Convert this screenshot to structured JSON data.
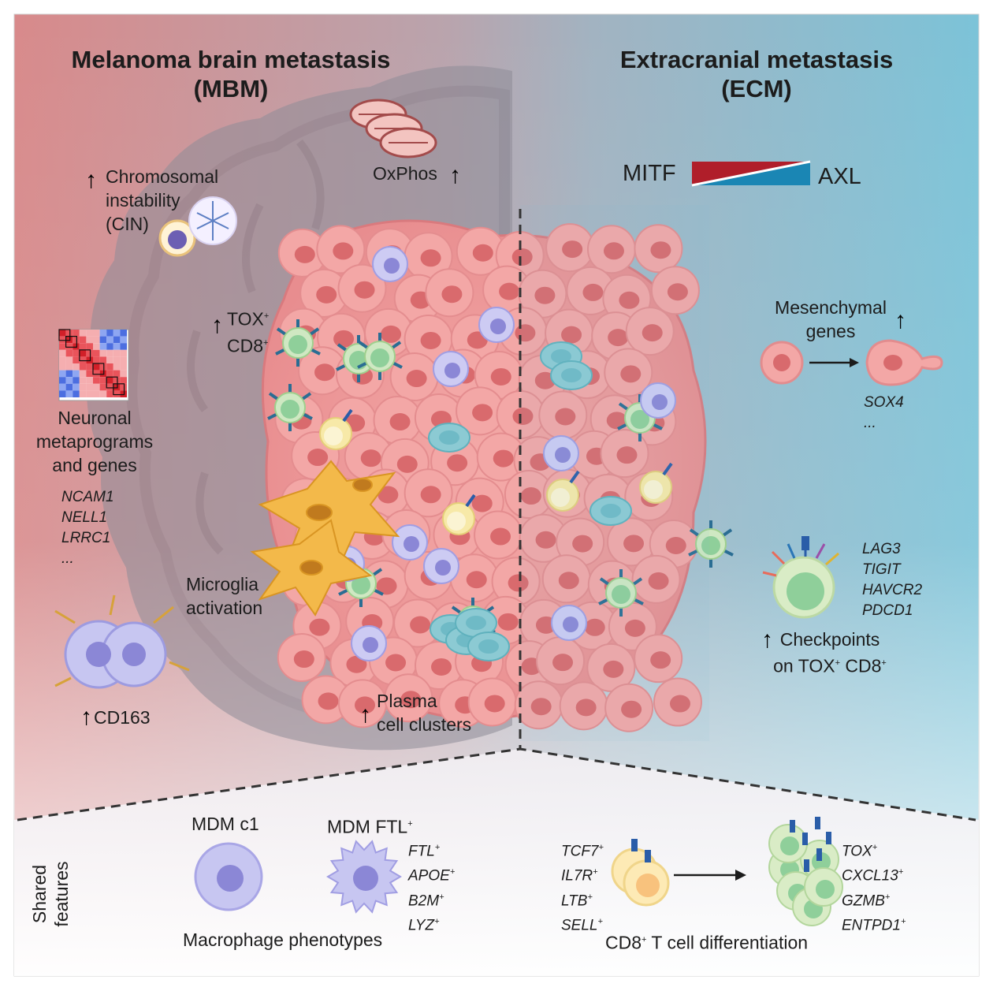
{
  "titles": {
    "mbm_line1": "Melanoma brain metastasis",
    "mbm_line2": "(MBM)",
    "ecm_line1": "Extracranial metastasis",
    "ecm_line2": "(ECM)"
  },
  "mbm_features": {
    "cin": [
      "Chromosomal",
      "instability",
      "(CIN)"
    ],
    "oxphos": "OxPhos",
    "tox_cd8": [
      "TOX",
      "CD8"
    ],
    "neuronal": [
      "Neuronal",
      "metaprograms",
      "and genes"
    ],
    "neuronal_genes": [
      "NCAM1",
      "NELL1",
      "LRRC1",
      "..."
    ],
    "microglia": [
      "Microglia",
      "activation"
    ],
    "cd163": "CD163",
    "plasma": [
      "Plasma",
      "cell clusters"
    ]
  },
  "ecm_features": {
    "mitf": "MITF",
    "axl": "AXL",
    "mesenchymal": [
      "Mesenchymal",
      "genes"
    ],
    "mesenchymal_genes": [
      "SOX4",
      "..."
    ],
    "checkpoint_genes": [
      "LAG3",
      "TIGIT",
      "HAVCR2",
      "PDCD1"
    ],
    "checkpoints": [
      "Checkpoints",
      "on TOX",
      "CD8"
    ]
  },
  "shared": {
    "label": [
      "Shared",
      "features"
    ],
    "mdm_c1": "MDM c1",
    "mdm_ftl": "MDM FTL",
    "mdm_ftl_genes": [
      "FTL",
      "APOE",
      "B2M",
      "LYZ"
    ],
    "macrophage_caption": "Macrophage phenotypes",
    "tcell_early_genes": [
      "TCF7",
      "IL7R",
      "LTB",
      "SELL"
    ],
    "tcell_late_genes": [
      "TOX",
      "CXCL13",
      "GZMB",
      "ENTPD1"
    ],
    "tcell_caption": "CD8",
    "tcell_caption_rest": " T cell differentiation"
  },
  "superscripts": {
    "plus": "+"
  },
  "colors": {
    "mbm_bg": "#d88a8b",
    "ecm_bg": "#7cc3d8",
    "tumor": "#ee9c9c",
    "t_cell": "#8fcf9a",
    "macrophage": "#b8b6ea",
    "plasma_cell": "#8ccad3",
    "b_cell": "#f7e9a8",
    "microglia": "#f3b94a",
    "mitf": "#b01e2a",
    "axl": "#1a86b4"
  },
  "icons": [
    "mitochondria-icon",
    "cell-division-icon",
    "heatmap-icon",
    "microglia-icon",
    "macrophage-icon",
    "t-cell-icon",
    "plasma-cell-icon",
    "receptor-icon"
  ]
}
